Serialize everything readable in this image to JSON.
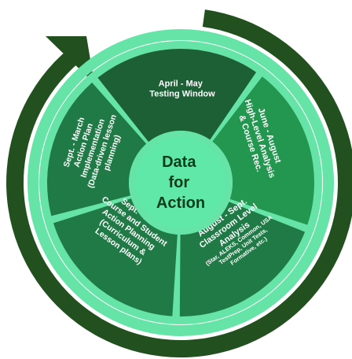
{
  "center": {
    "lines": [
      "Data",
      "for",
      "Action"
    ]
  },
  "segments": [
    {
      "id": "april-may",
      "lines": [
        "April - May",
        "Testing Window"
      ]
    },
    {
      "id": "june-august",
      "lines": [
        "June - August",
        "High-Level Analysis",
        "& Course Rec."
      ]
    },
    {
      "id": "august-sept",
      "lines": [
        "August - Sept.",
        "Classroom Level",
        "Analysis"
      ],
      "small_lines": [
        "(Star, ALEKS, Common, USA",
        "TestPrep, Unit Tests,",
        "Formative, etc.)"
      ]
    },
    {
      "id": "sept-nov",
      "lines": [
        "Sept. - Nov.",
        "Course and Student",
        "Action Planning",
        "(Curriculum &",
        "Lesson plans)"
      ]
    },
    {
      "id": "sept-march",
      "lines": [
        "Sept. - March",
        "Action Plan",
        "Implementation",
        "(Data-driven lesson",
        "planning)"
      ]
    }
  ],
  "colors": {
    "dark_green": "#1b5a30",
    "outer_arrow": "#22501f",
    "light_green": "#66e3a6",
    "segment_dark": "#1d6036",
    "segment_mid": "#1f7a45",
    "segment_bright": "#23964f",
    "center_fill": "#5fe8a8",
    "center_text": "#0f3d1c"
  }
}
